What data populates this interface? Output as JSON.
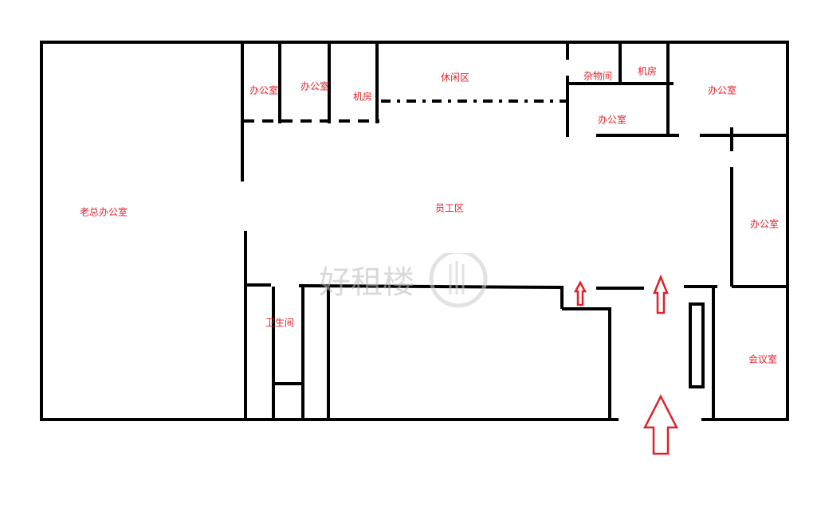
{
  "rooms": {
    "boss_office": "老总办公室",
    "office_1": "办公室",
    "office_2": "办公室",
    "machine_room_1": "机房",
    "lounge": "休闲区",
    "storage": "杂物间",
    "machine_room_2": "机房",
    "office_top_right": "办公室",
    "office_mid": "办公室",
    "staff_area": "员工区",
    "office_right": "办公室",
    "restroom": "卫生间",
    "meeting_room": "会议室"
  },
  "watermark": "好租楼",
  "colors": {
    "wall": "#000000",
    "label": "#e0202a",
    "arrow": "#e0202a"
  }
}
